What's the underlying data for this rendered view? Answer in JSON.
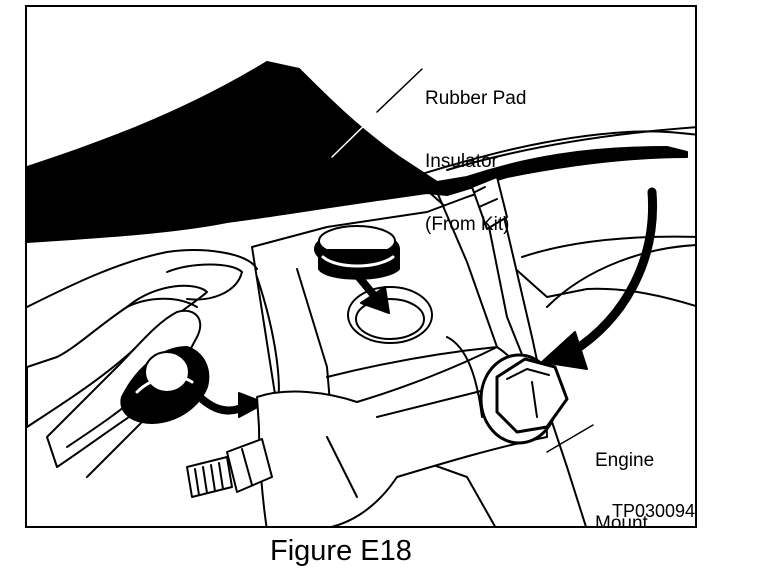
{
  "figure": {
    "caption": "Figure E18",
    "part_number": "TP030094"
  },
  "labels": {
    "rubber_pad_lines": [
      "Rubber Pad",
      "Insulator",
      "(From Kit)"
    ],
    "engine_mount_lines": [
      "Engine",
      "Mount"
    ]
  },
  "colors": {
    "ink": "#000000",
    "paper": "#ffffff"
  }
}
